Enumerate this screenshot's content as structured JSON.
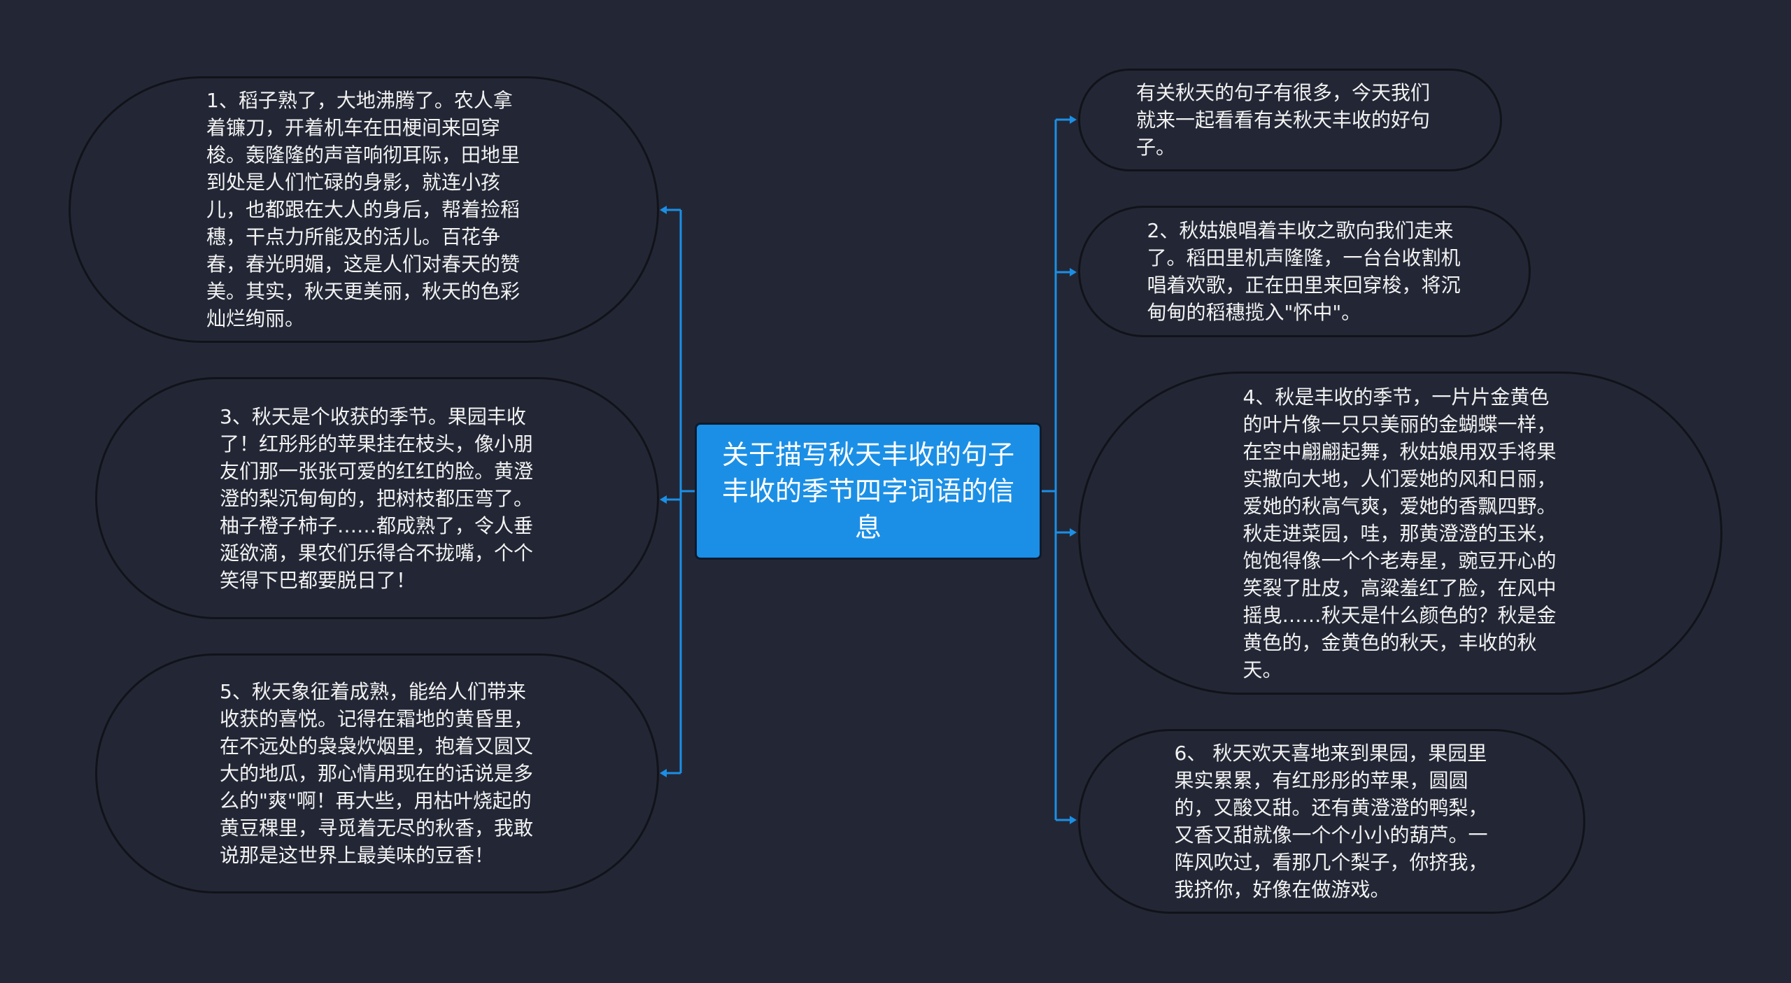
{
  "center": {
    "title": "关于描写秋天丰收的句子丰收的季节四字词语的信息"
  },
  "colors": {
    "background": "#232735",
    "accent": "#1b8fe6",
    "connector": "#1b8fe6"
  },
  "left_nodes": [
    {
      "text": "1、稻子熟了，大地沸腾了。农人拿着镰刀，开着机车在田梗间来回穿梭。轰隆隆的声音响彻耳际，田地里到处是人们忙碌的身影，就连小孩儿，也都跟在大人的身后，帮着捡稻穗，干点力所能及的活儿。百花争春，春光明媚，这是人们对春天的赞美。其实，秋天更美丽，秋天的色彩灿烂绚丽。"
    },
    {
      "text": "3、秋天是个收获的季节。果园丰收了！红彤彤的苹果挂在枝头，像小朋友们那一张张可爱的红红的脸。黄澄澄的梨沉甸甸的，把树枝都压弯了。柚子橙子柿子……都成熟了，令人垂涎欲滴，果农们乐得合不拢嘴，个个笑得下巴都要脱日了！"
    },
    {
      "text": "5、秋天象征着成熟，能给人们带来收获的喜悦。记得在霜地的黄昏里，在不远处的袅袅炊烟里，抱着又圆又大的地瓜，那心情用现在的话说是多么的\"爽\"啊！再大些，用枯叶烧起的黄豆稞里，寻觅着无尽的秋香，我敢说那是这世界上最美味的豆香！"
    }
  ],
  "right_nodes": [
    {
      "text": "有关秋天的句子有很多，今天我们就来一起看看有关秋天丰收的好句子。"
    },
    {
      "text": "2、秋姑娘唱着丰收之歌向我们走来了。稻田里机声隆隆，一台台收割机唱着欢歌，正在田里来回穿梭，将沉甸甸的稻穗揽入\"怀中\"。"
    },
    {
      "text": "4、秋是丰收的季节，一片片金黄色的叶片像一只只美丽的金蝴蝶一样，在空中翩翩起舞，秋姑娘用双手将果实撒向大地，人们爱她的风和日丽，爱她的秋高气爽，爱她的香飘四野。秋走进菜园，哇，那黄澄澄的玉米，饱饱得像一个个老寿星，豌豆开心的笑裂了肚皮，高粱羞红了脸，在风中摇曳……秋天是什么颜色的？秋是金黄色的，金黄色的秋天，丰收的秋天。"
    },
    {
      "text": "6、 秋天欢天喜地来到果园，果园里果实累累，有红彤彤的苹果，圆圆的，又酸又甜。还有黄澄澄的鸭梨，又香又甜就像一个个小小的葫芦。一阵风吹过，看那几个梨子，你挤我，我挤你，好像在做游戏。"
    }
  ]
}
